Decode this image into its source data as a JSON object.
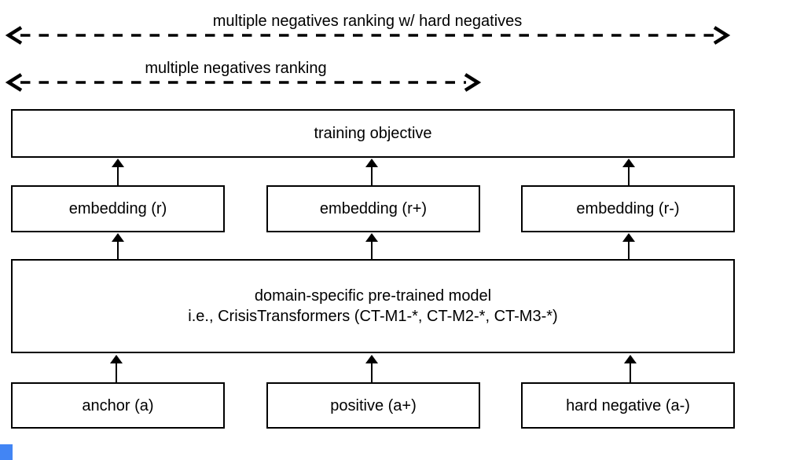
{
  "colors": {
    "background": "#ffffff",
    "line": "#000000",
    "box_border": "#000000",
    "box_fill": "#ffffff",
    "text": "#000000",
    "corner_artifact_blue": "#4285f4"
  },
  "scope_arrows": [
    {
      "label": "multiple negatives ranking w/ hard negatives"
    },
    {
      "label": "multiple negatives ranking"
    }
  ],
  "boxes": {
    "training_objective": {
      "label": "training objective"
    },
    "embedding_r": {
      "label": "embedding (r)"
    },
    "embedding_r_plus": {
      "label": "embedding (r+)"
    },
    "embedding_r_minus": {
      "label": "embedding (r-)"
    },
    "model": {
      "line1": "domain-specific pre-trained model",
      "line2": "i.e., CrisisTransformers (CT-M1-*, CT-M2-*, CT-M3-*)"
    },
    "anchor": {
      "label": "anchor (a)"
    },
    "positive": {
      "label": "positive (a+)"
    },
    "hard_negative": {
      "label": "hard negative (a-)"
    }
  }
}
